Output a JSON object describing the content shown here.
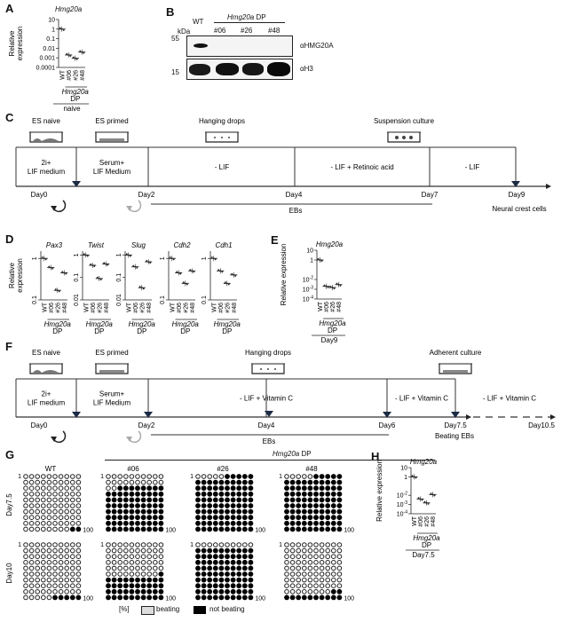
{
  "panels": {
    "A": {
      "label": "A",
      "title": "Hmg20a",
      "ylabel": "Relative\nexpression",
      "yticks": [
        "10",
        "1",
        "0.1",
        "0.01",
        "0.001",
        "0.0001"
      ],
      "xticks": [
        "WT",
        "#06",
        "#26",
        "#48"
      ],
      "group_gene": "Hmg20a",
      "group_sub": "DP",
      "condition": "naive"
    },
    "B": {
      "label": "B",
      "kda_label": "kDa",
      "marker_55": "55",
      "marker_15": "15",
      "wt_label": "WT",
      "group_gene": "Hmg20a",
      "group_sub": "DP",
      "lanes": [
        "#06",
        "#26",
        "#48"
      ],
      "antibody_top": "αHMG20A",
      "antibody_bottom": "αH3",
      "hmg20a_band_present": [
        true,
        false,
        false,
        false
      ],
      "h3_band_present": [
        true,
        true,
        true,
        true
      ]
    },
    "C": {
      "label": "C",
      "stages": [
        {
          "title": "ES naive",
          "medium": "2i+\nLIF medium"
        },
        {
          "title": "ES primed",
          "medium": "Serum+\nLIF Medium"
        },
        {
          "title": "Hanging drops",
          "medium": "- LIF"
        },
        {
          "title": "Suspension culture",
          "medium": "- LIF + Retinoic acid"
        },
        {
          "title": "",
          "medium": "- LIF"
        }
      ],
      "days": [
        "Day0",
        "Day2",
        "Day4",
        "Day7",
        "Day9"
      ],
      "ebs_label": "EBs",
      "endpoint_label": "Neural crest cells"
    },
    "D": {
      "label": "D",
      "ylabel": "Relative\nexpression",
      "xticks": [
        "WT",
        "#06",
        "#26",
        "#48"
      ],
      "group_gene": "Hmg20a",
      "group_sub": "DP",
      "genes": [
        "Pax3",
        "Twist",
        "Slug",
        "Cdh2",
        "Cdh1"
      ]
    },
    "E": {
      "label": "E",
      "title": "Hmg20a",
      "ylabel": "Relative expression",
      "yticks": [
        "10",
        "1",
        "10-2",
        "10-3",
        "10-4"
      ],
      "xticks": [
        "WT",
        "#06",
        "#26",
        "#48"
      ],
      "group_gene": "Hmg20a",
      "group_sub": "DP",
      "condition": "Day9"
    },
    "F": {
      "label": "F",
      "stages": [
        {
          "title": "ES naive",
          "medium": "2i+\nLIF medium"
        },
        {
          "title": "ES primed",
          "medium": "Serum+\nLIF Medium"
        },
        {
          "title": "Hanging drops",
          "medium": "- LIF + Vitamin C"
        },
        {
          "title": "",
          "medium": "- LIF + Vitamin C"
        },
        {
          "title": "Adherent culture",
          "medium": "- LIF + Vitamin C"
        }
      ],
      "days": [
        "Day0",
        "Day2",
        "Day4",
        "Day6",
        "Day7.5",
        "Day10.5"
      ],
      "ebs_label": "EBs",
      "endpoint_label": "Beating EBs"
    },
    "G": {
      "label": "G",
      "group_gene": "Hmg20a",
      "group_sub": "DP",
      "columns": [
        "WT",
        "#06",
        "#26",
        "#48"
      ],
      "rows": [
        "Day7.5",
        "Day10"
      ],
      "start_label": "1",
      "end_label": "100",
      "legend_unit": "[%]",
      "legend_beating": "beating",
      "legend_not_beating": "not beating",
      "colors": {
        "beating": "#ffffff",
        "not_beating": "#000000"
      }
    },
    "H": {
      "label": "H",
      "title": "Hmg20a",
      "ylabel": "Relative expression",
      "yticks": [
        "10",
        "1",
        "10-2",
        "10-3",
        "10-4"
      ],
      "xticks": [
        "WT",
        "#06",
        "#26",
        "#48"
      ],
      "group_gene": "Hmg20a",
      "group_sub": "DP",
      "condition": "Day7.5"
    }
  },
  "chart_data": [
    {
      "id": "A",
      "type": "scatter",
      "title": "Hmg20a",
      "ylabel": "Relative expression",
      "yscale": "log",
      "ylim": [
        0.0001,
        10
      ],
      "categories": [
        "WT",
        "#06",
        "#26",
        "#48"
      ],
      "values": [
        1.0,
        0.002,
        0.0009,
        0.004
      ]
    },
    {
      "id": "D-Pax3",
      "type": "scatter",
      "title": "Pax3",
      "yscale": "log",
      "ylim": [
        0.1,
        1.5
      ],
      "categories": [
        "WT",
        "#06",
        "#26",
        "#48"
      ],
      "values": [
        1.0,
        0.6,
        0.17,
        0.45
      ]
    },
    {
      "id": "D-Twist",
      "type": "scatter",
      "title": "Twist",
      "yscale": "log",
      "ylim": [
        0.01,
        1.5
      ],
      "categories": [
        "WT",
        "#06",
        "#26",
        "#48"
      ],
      "values": [
        1.0,
        0.35,
        0.09,
        0.4
      ]
    },
    {
      "id": "D-Slug",
      "type": "scatter",
      "title": "Slug",
      "yscale": "log",
      "ylim": [
        0.01,
        1.5
      ],
      "categories": [
        "WT",
        "#06",
        "#26",
        "#48"
      ],
      "values": [
        1.0,
        0.3,
        0.035,
        0.5
      ]
    },
    {
      "id": "D-Cdh2",
      "type": "scatter",
      "title": "Cdh2",
      "yscale": "log",
      "ylim": [
        0.1,
        1.5
      ],
      "categories": [
        "WT",
        "#06",
        "#26",
        "#48"
      ],
      "values": [
        1.0,
        0.45,
        0.25,
        0.5
      ]
    },
    {
      "id": "D-Cdh1",
      "type": "scatter",
      "title": "Cdh1",
      "yscale": "log",
      "ylim": [
        0.1,
        1.5
      ],
      "categories": [
        "WT",
        "#06",
        "#26",
        "#48"
      ],
      "values": [
        1.0,
        0.5,
        0.25,
        0.4
      ]
    },
    {
      "id": "E",
      "type": "scatter",
      "title": "Hmg20a",
      "ylabel": "Relative expression",
      "yscale": "log",
      "ylim": [
        0.0001,
        10
      ],
      "categories": [
        "WT",
        "#06",
        "#26",
        "#48"
      ],
      "values": [
        1.0,
        0.002,
        0.0015,
        0.003
      ]
    },
    {
      "id": "G",
      "type": "heatmap",
      "title": "Beating EBs [%]",
      "rows": [
        "Day7.5",
        "Day10"
      ],
      "columns": [
        "WT",
        "#06",
        "#26",
        "#48"
      ],
      "beating_percent": [
        [
          98,
          22,
          5,
          5
        ],
        [
          95,
          59,
          10,
          88
        ]
      ]
    },
    {
      "id": "H",
      "type": "scatter",
      "title": "Hmg20a",
      "ylabel": "Relative expression",
      "yscale": "log",
      "ylim": [
        0.0001,
        10
      ],
      "categories": [
        "WT",
        "#06",
        "#26",
        "#48"
      ],
      "values": [
        1.0,
        0.004,
        0.0015,
        0.012
      ]
    }
  ]
}
